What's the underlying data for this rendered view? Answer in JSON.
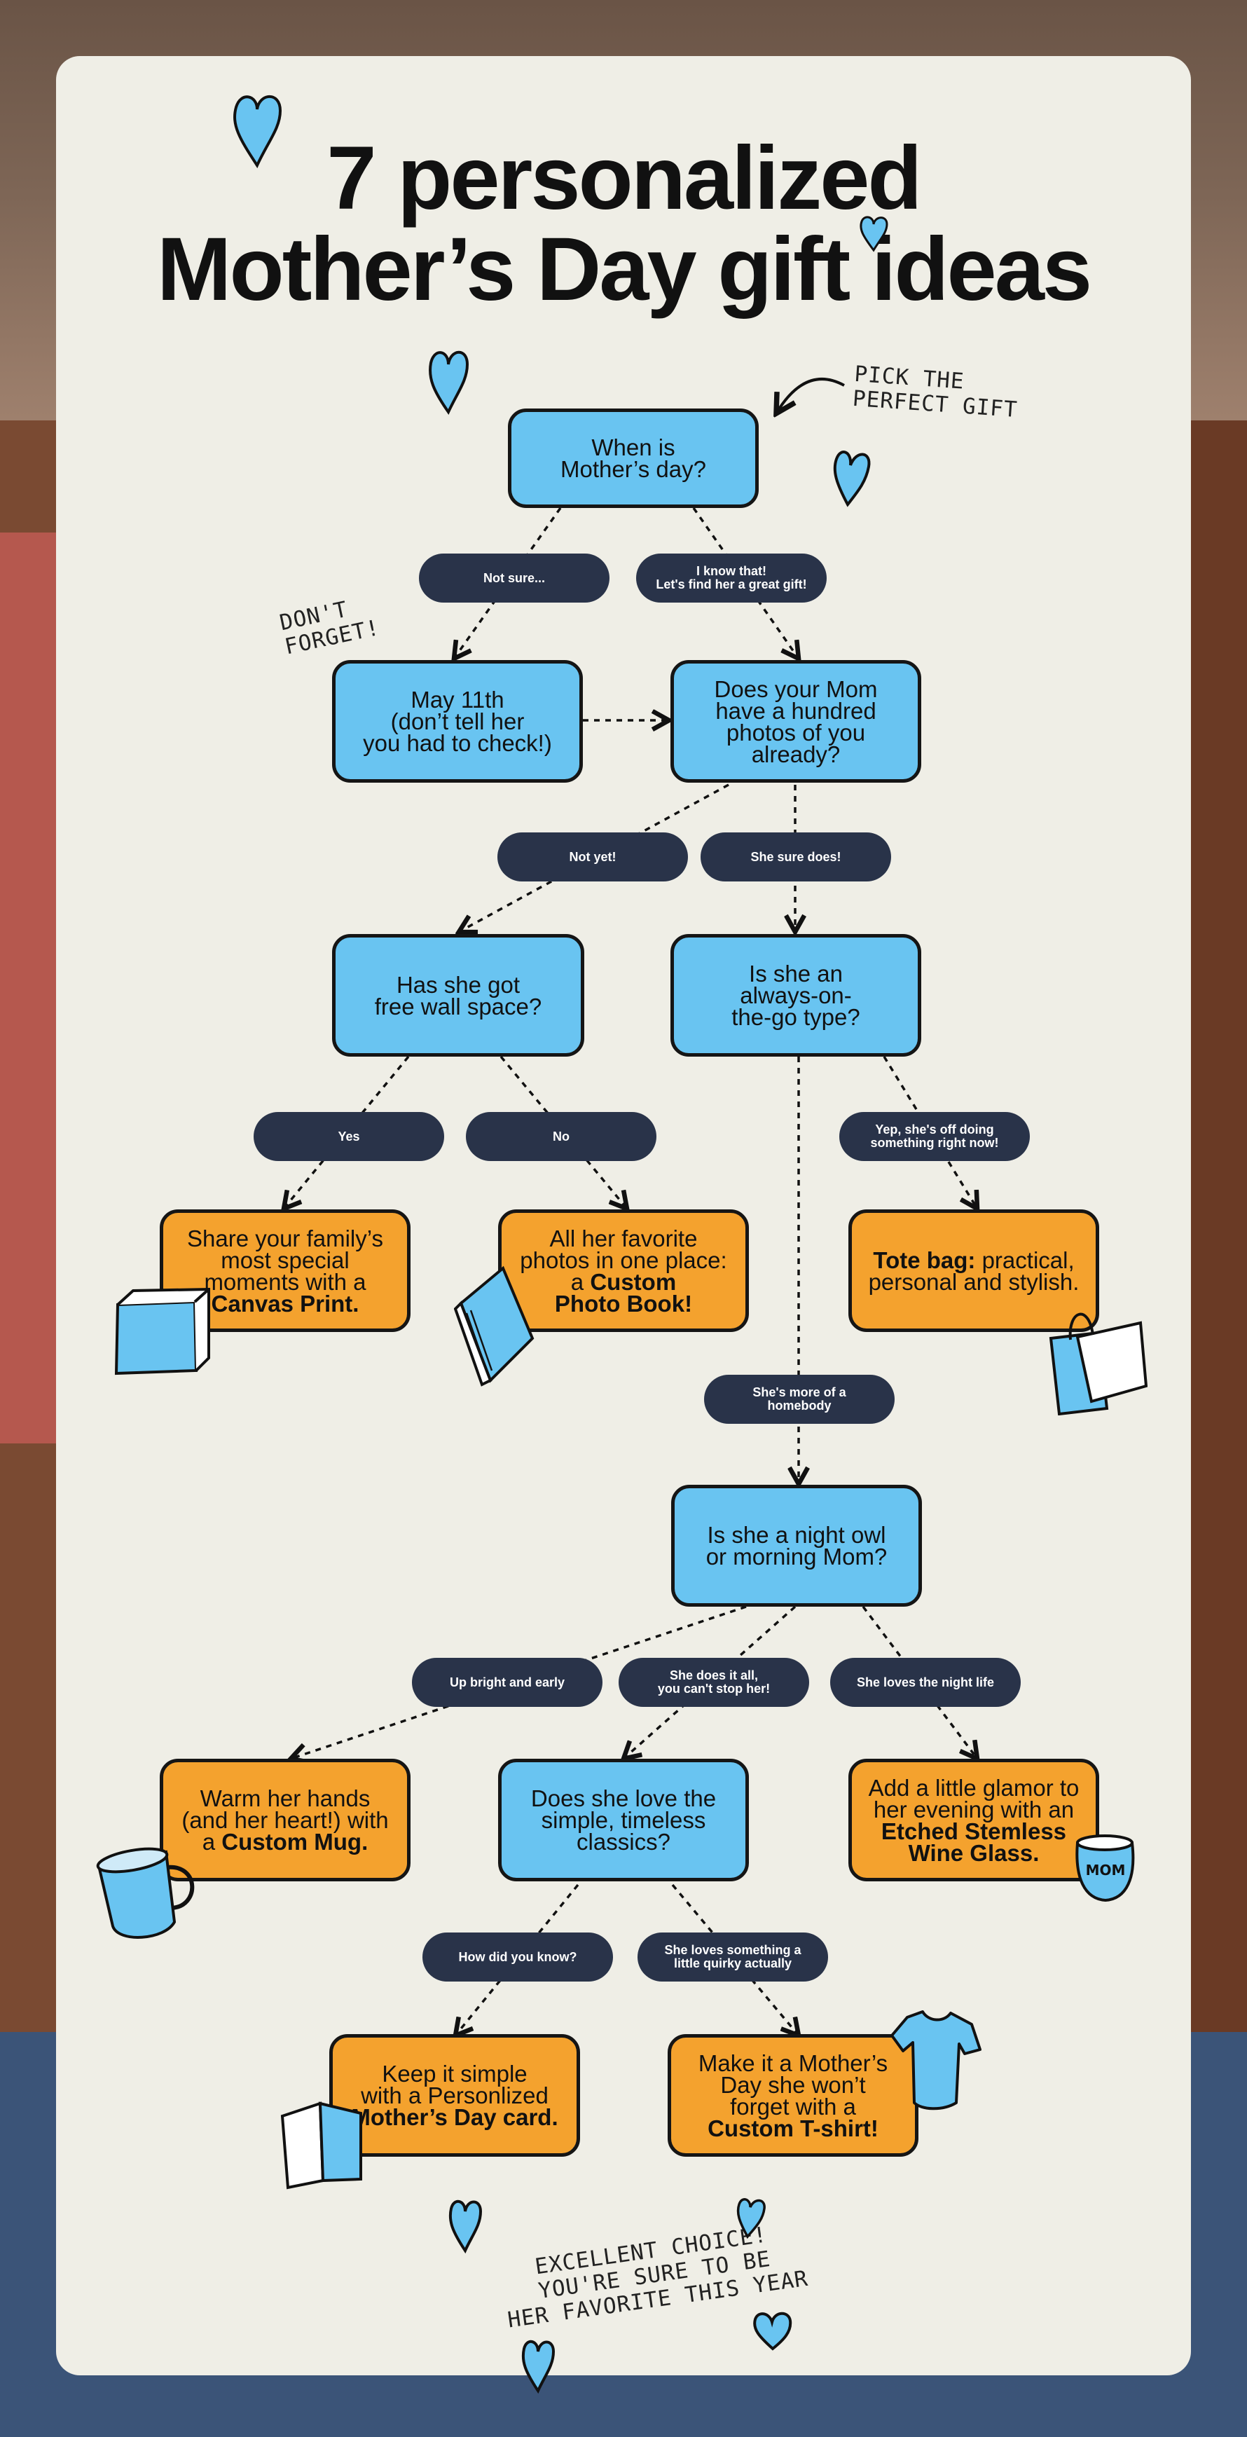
{
  "title": {
    "line1": "7 personalized",
    "line2": "Mother’s Day gift ideas"
  },
  "notes": {
    "pick": "Pick the\nperfect gift",
    "dont_forget": "Don't\nforget!",
    "excellent": "Excellent choice!\nYou're sure to be\nher favorite this year"
  },
  "questions": {
    "when": "When is\nMother’s day?",
    "hundred_photos": "Does your Mom\nhave a hundred\nphotos of you\nalready?",
    "wall_space": "Has she got\nfree wall space?",
    "on_the_go": "Is she an\nalways-on-\nthe-go type?",
    "night_owl": "Is she a night owl\nor morning Mom?",
    "classics": "Does she love the\nsimple, timeless\nclassics?"
  },
  "answers": {
    "may11": "May 11th\n(don’t tell her\nyou had to check!)",
    "canvas": {
      "text": "Share your family’s\nmost special\nmoments with a\n",
      "bold": "Canvas Print."
    },
    "photobook": {
      "text": "All her favorite\nphotos in one place:\na ",
      "bold": "Custom\nPhoto Book!"
    },
    "tote": {
      "bold": "Tote bag:",
      "text": " practical,\npersonal and stylish."
    },
    "mug": {
      "text": "Warm her hands\n(and her heart!) with\na ",
      "bold": "Custom Mug."
    },
    "wine": {
      "text": "Add a little glamor to\nher evening with an\n",
      "bold": "Etched Stemless\nWine Glass."
    },
    "card": {
      "text": "Keep it simple\nwith a Personlized\n",
      "bold": "Mother’s Day card."
    },
    "tshirt": {
      "text": "Make it a Mother’s\nDay she won’t\nforget with a\n",
      "bold": "Custom T-shirt!"
    }
  },
  "pills": {
    "not_sure": "Not sure...",
    "know_that": "I know that!\nLet's find her a great gift!",
    "not_yet": "Not yet!",
    "sure_does": "She sure does!",
    "yes": "Yes",
    "no": "No",
    "off_doing": "Yep, she's off doing\nsomething right now!",
    "homebody": "She's more of a\nhomebody",
    "bright_early": "Up bright and early",
    "does_it_all": "She does it all,\nyou can't stop her!",
    "night_life": "She loves the night life",
    "how_know": "How did you know?",
    "quirky": "She loves something a\nlittle quirky actually"
  },
  "icons": {
    "mug_label": "MOM"
  },
  "colors": {
    "question": "#69c4f1",
    "answer": "#f4a22e",
    "pill": "#293349",
    "card": "#efeee6"
  }
}
